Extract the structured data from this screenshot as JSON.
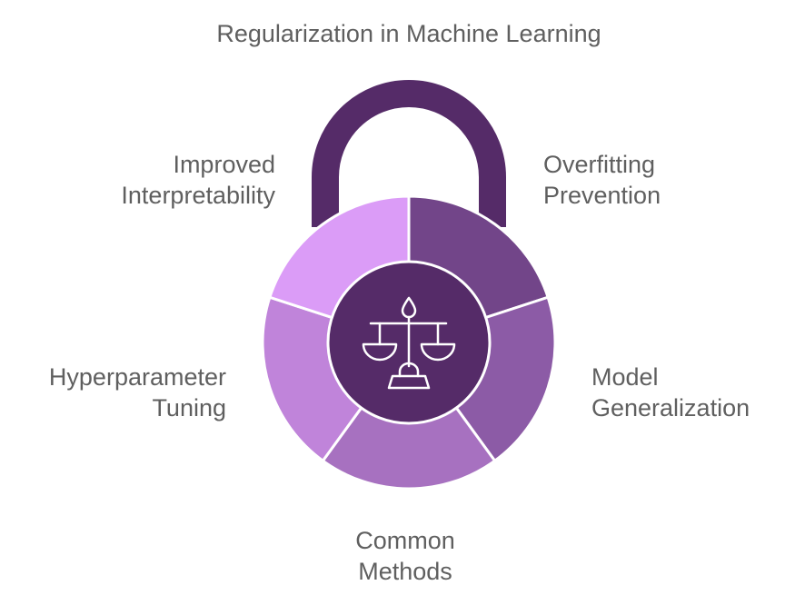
{
  "title": "Regularization in Machine Learning",
  "segments": [
    {
      "label_line1": "Overfitting",
      "label_line2": "Prevention",
      "color": "#724589"
    },
    {
      "label_line1": "Model",
      "label_line2": "Generalization",
      "color": "#8c5ba6"
    },
    {
      "label_line1": "Common",
      "label_line2": "Methods",
      "color": "#a771c0"
    },
    {
      "label_line1": "Hyperparameter",
      "label_line2": "Tuning",
      "color": "#c084da"
    },
    {
      "label_line1": "Improved",
      "label_line2": "Interpretability",
      "color": "#db9cf7"
    }
  ],
  "center_icon": "balance-scale-icon",
  "colors": {
    "lock_dark": "#552b68",
    "text": "#5f5f5f"
  }
}
